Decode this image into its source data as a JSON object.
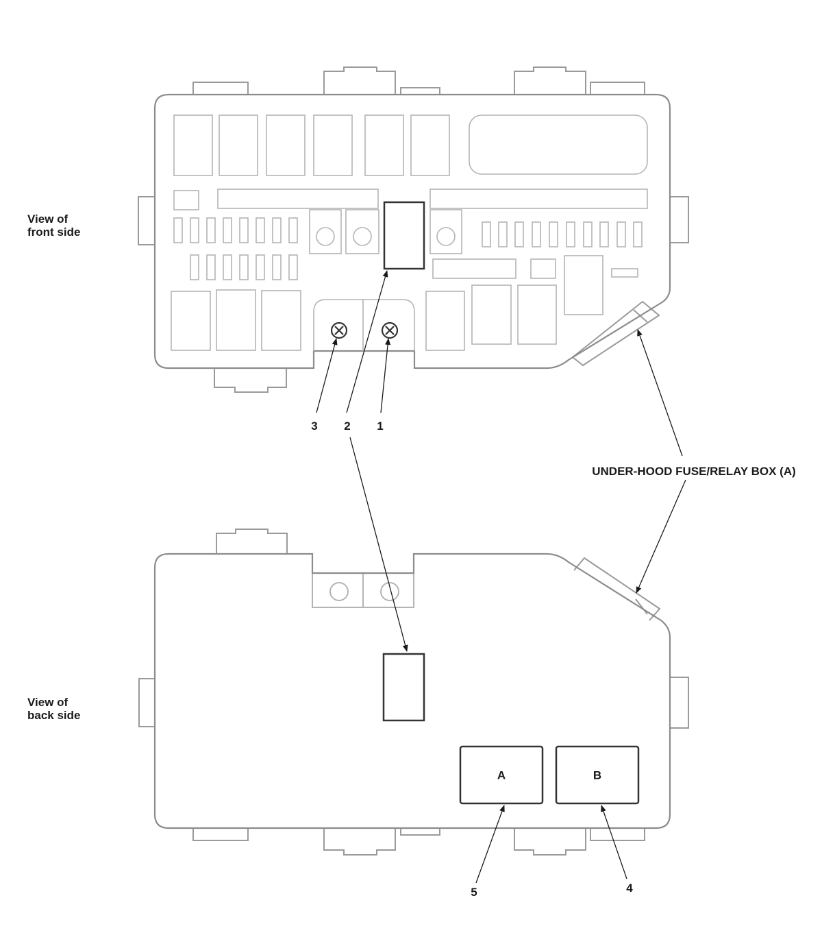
{
  "views": {
    "front": {
      "line1": "View of",
      "line2": "front side"
    },
    "back": {
      "line1": "View of",
      "line2": "back side"
    }
  },
  "component_label": "UNDER-HOOD FUSE/RELAY BOX (A)",
  "callouts": {
    "c1": "1",
    "c2": "2",
    "c3": "3",
    "c4": "4",
    "c5": "5"
  },
  "connectors": {
    "a": "A",
    "b": "B"
  },
  "colors": {
    "outline_light": "#a8a8a8",
    "outline_dark": "#333333",
    "text": "#1a1a1a"
  }
}
